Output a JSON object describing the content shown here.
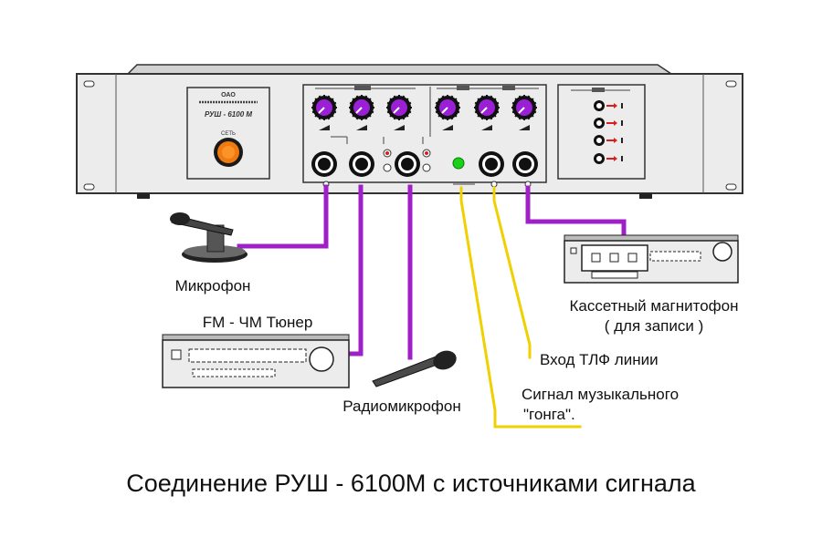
{
  "diagram": {
    "caption": "Соединение РУШ - 6100М с источниками сигнала",
    "device": {
      "model_label": "РУШ - 6100 М",
      "logo_text": "ОАО",
      "power_label": "СЕТЬ"
    },
    "sources": {
      "microphone": "Микрофон",
      "tuner": "FM  -  ЧМ  Тюнер",
      "radio_microphone": "Радиомикрофон",
      "cassette_line1": "Кассетный   магнитофон",
      "cassette_line2": "( для  записи  )",
      "phone_line": "Вход  ТЛФ  линии",
      "gong_line1": "Сигнал  музыкального",
      "gong_line2": "\"гонга\"."
    },
    "colors": {
      "cable_purple": "#a020c8",
      "cable_yellow": "#f0d000",
      "knob_purple": "#9a1fd6",
      "power_button": "#f07a10",
      "led_green": "#1ad11a",
      "arrow_red": "#d81e1e",
      "panel": "#ececec"
    }
  }
}
